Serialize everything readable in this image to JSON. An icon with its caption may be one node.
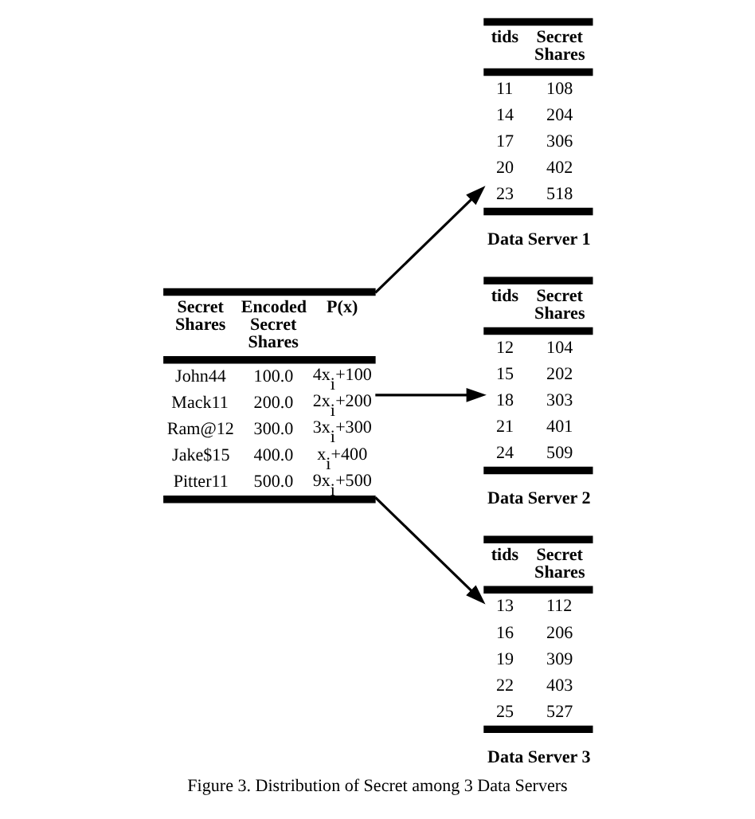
{
  "diagram": {
    "caption": "Figure 3. Distribution of Secret among 3 Data Servers",
    "nodes": [
      {
        "text": [
          "Secret Shares",
          "Encoded Secret Shares",
          "P(x)",
          "John44",
          "100.0",
          "4x$_{i}$+100",
          "Mack11",
          "200.0",
          "2x$_{i}$+200",
          "Ram@12",
          "300.0",
          "3x$_{i}$+300",
          "Jake$15",
          "400.0",
          "x$_{i}$+400",
          "Pitter11",
          "500.0",
          "9x$_{i}$+500"
        ]
      },
      {
        "text": [
          "tids",
          "Secret Shares",
          "11",
          "108",
          "14",
          "204",
          "17",
          "306",
          "20",
          "402",
          "23",
          "518"
        ],
        "beside": [
          "Data Server 1"
        ]
      },
      {
        "text": [
          "tids",
          "Secret Shares",
          "12",
          "104",
          "15",
          "202",
          "18",
          "303",
          "21",
          "401",
          "24",
          "509"
        ],
        "beside": [
          "Data Server 2"
        ]
      },
      {
        "text": [
          "tids",
          "Secret Shares",
          "13",
          "112",
          "16",
          "206",
          "19",
          "309",
          "22",
          "403",
          "25",
          "527"
        ],
        "beside": [
          "Data Server 3"
        ]
      }
    ],
    "edges": [
      {
        "from": 0,
        "to": 1,
        "arrow": "to"
      },
      {
        "from": 0,
        "to": 2,
        "arrow": "to"
      },
      {
        "from": 0,
        "to": 3,
        "arrow": "to"
      }
    ]
  }
}
